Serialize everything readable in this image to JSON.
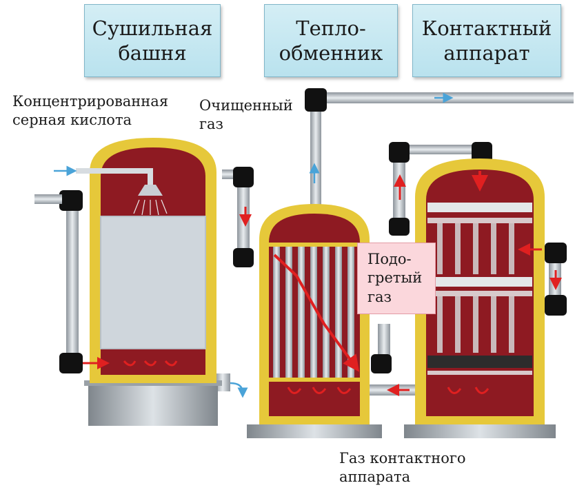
{
  "headers": {
    "drying_tower": "Сушильная\nбашня",
    "heat_exchanger": "Тепло-\nобменник",
    "contact_apparatus": "Контактный\nаппарат"
  },
  "labels": {
    "concentrated_acid": "Концентрированная\nсерная кислота",
    "purified_gas": "Очищенный\nгаз",
    "heated_gas": "Подо-\nгретый\nгаз",
    "contact_apparatus_gas": "Газ контактного\nаппарата"
  },
  "colors": {
    "vessel_fill": "#8e1a22",
    "vessel_wall": "#e6c83a",
    "pipe": "#bfc5cb",
    "arrow": "#e02020",
    "flow_in": "#4aa3d8",
    "header_bg": "#c6e8f1"
  }
}
